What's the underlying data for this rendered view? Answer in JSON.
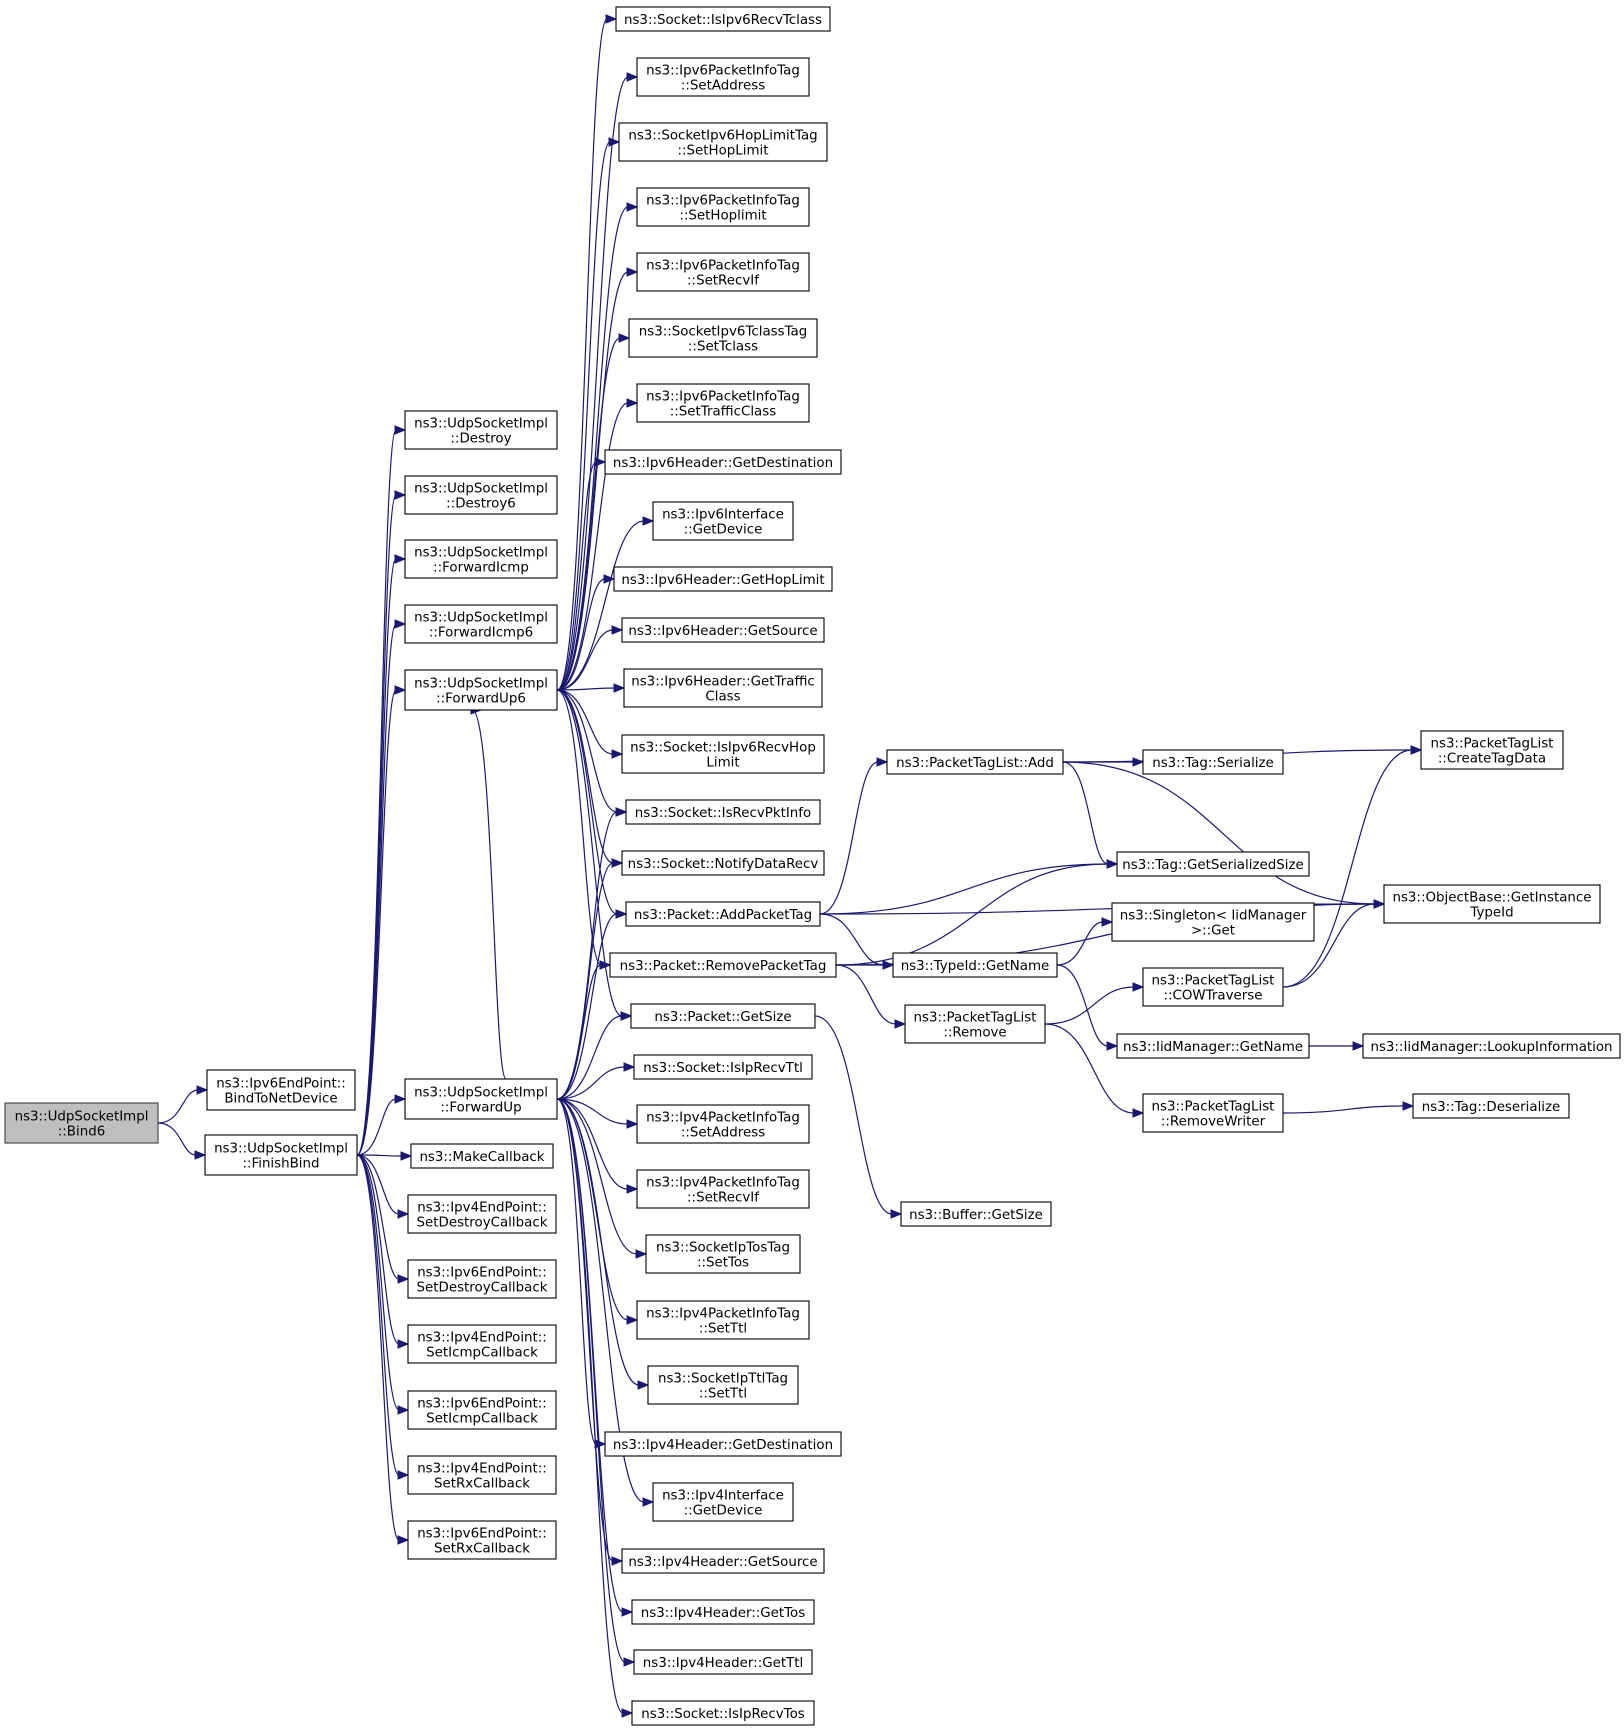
{
  "graph": {
    "root": "bind6",
    "nodes": [
      {
        "id": "bind6",
        "lines": [
          "ns3::UdpSocketImpl",
          "::Bind6"
        ],
        "root": true
      },
      {
        "id": "bindToNetDevice",
        "lines": [
          "ns3::Ipv6EndPoint::",
          "BindToNetDevice"
        ]
      },
      {
        "id": "finishBind",
        "lines": [
          "ns3::UdpSocketImpl",
          "::FinishBind"
        ]
      },
      {
        "id": "destroy",
        "lines": [
          "ns3::UdpSocketImpl",
          "::Destroy"
        ]
      },
      {
        "id": "destroy6",
        "lines": [
          "ns3::UdpSocketImpl",
          "::Destroy6"
        ]
      },
      {
        "id": "forwardIcmp",
        "lines": [
          "ns3::UdpSocketImpl",
          "::ForwardIcmp"
        ]
      },
      {
        "id": "forwardIcmp6",
        "lines": [
          "ns3::UdpSocketImpl",
          "::ForwardIcmp6"
        ]
      },
      {
        "id": "forwardUp6",
        "lines": [
          "ns3::UdpSocketImpl",
          "::ForwardUp6"
        ]
      },
      {
        "id": "forwardUp",
        "lines": [
          "ns3::UdpSocketImpl",
          "::ForwardUp"
        ]
      },
      {
        "id": "makeCallback",
        "lines": [
          "ns3::MakeCallback"
        ]
      },
      {
        "id": "v4SetDestroyCb",
        "lines": [
          "ns3::Ipv4EndPoint::",
          "SetDestroyCallback"
        ]
      },
      {
        "id": "v6SetDestroyCb",
        "lines": [
          "ns3::Ipv6EndPoint::",
          "SetDestroyCallback"
        ]
      },
      {
        "id": "v4SetIcmpCb",
        "lines": [
          "ns3::Ipv4EndPoint::",
          "SetIcmpCallback"
        ]
      },
      {
        "id": "v6SetIcmpCb",
        "lines": [
          "ns3::Ipv6EndPoint::",
          "SetIcmpCallback"
        ]
      },
      {
        "id": "v4SetRxCb",
        "lines": [
          "ns3::Ipv4EndPoint::",
          "SetRxCallback"
        ]
      },
      {
        "id": "v6SetRxCb",
        "lines": [
          "ns3::Ipv6EndPoint::",
          "SetRxCallback"
        ]
      },
      {
        "id": "isIpv6RecvTclass",
        "lines": [
          "ns3::Socket::IsIpv6RecvTclass"
        ]
      },
      {
        "id": "v6PiSetAddress",
        "lines": [
          "ns3::Ipv6PacketInfoTag",
          "::SetAddress"
        ]
      },
      {
        "id": "v6HopLimitSet",
        "lines": [
          "ns3::SocketIpv6HopLimitTag",
          "::SetHopLimit"
        ]
      },
      {
        "id": "v6PiSetHoplimit",
        "lines": [
          "ns3::Ipv6PacketInfoTag",
          "::SetHoplimit"
        ]
      },
      {
        "id": "v6PiSetRecvIf",
        "lines": [
          "ns3::Ipv6PacketInfoTag",
          "::SetRecvIf"
        ]
      },
      {
        "id": "v6TclassSet",
        "lines": [
          "ns3::SocketIpv6TclassTag",
          "::SetTclass"
        ]
      },
      {
        "id": "v6PiSetTraffic",
        "lines": [
          "ns3::Ipv6PacketInfoTag",
          "::SetTrafficClass"
        ]
      },
      {
        "id": "v6HdrGetDest",
        "lines": [
          "ns3::Ipv6Header::GetDestination"
        ]
      },
      {
        "id": "v6IfGetDevice",
        "lines": [
          "ns3::Ipv6Interface",
          "::GetDevice"
        ]
      },
      {
        "id": "v6HdrGetHop",
        "lines": [
          "ns3::Ipv6Header::GetHopLimit"
        ]
      },
      {
        "id": "v6HdrGetSrc",
        "lines": [
          "ns3::Ipv6Header::GetSource"
        ]
      },
      {
        "id": "v6HdrGetTraffic",
        "lines": [
          "ns3::Ipv6Header::GetTraffic",
          "Class"
        ]
      },
      {
        "id": "isIpv6RecvHop",
        "lines": [
          "ns3::Socket::IsIpv6RecvHop",
          "Limit"
        ]
      },
      {
        "id": "isRecvPktInfo",
        "lines": [
          "ns3::Socket::IsRecvPktInfo"
        ]
      },
      {
        "id": "notifyDataRecv",
        "lines": [
          "ns3::Socket::NotifyDataRecv"
        ]
      },
      {
        "id": "addPacketTag",
        "lines": [
          "ns3::Packet::AddPacketTag"
        ]
      },
      {
        "id": "removePacketTag",
        "lines": [
          "ns3::Packet::RemovePacketTag"
        ]
      },
      {
        "id": "packetGetSize",
        "lines": [
          "ns3::Packet::GetSize"
        ]
      },
      {
        "id": "isIpRecvTtl",
        "lines": [
          "ns3::Socket::IsIpRecvTtl"
        ]
      },
      {
        "id": "v4PiSetAddress",
        "lines": [
          "ns3::Ipv4PacketInfoTag",
          "::SetAddress"
        ]
      },
      {
        "id": "v4PiSetRecvIf",
        "lines": [
          "ns3::Ipv4PacketInfoTag",
          "::SetRecvIf"
        ]
      },
      {
        "id": "ipTosSet",
        "lines": [
          "ns3::SocketIpTosTag",
          "::SetTos"
        ]
      },
      {
        "id": "v4PiSetTtl",
        "lines": [
          "ns3::Ipv4PacketInfoTag",
          "::SetTtl"
        ]
      },
      {
        "id": "ipTtlSet",
        "lines": [
          "ns3::SocketIpTtlTag",
          "::SetTtl"
        ]
      },
      {
        "id": "v4HdrGetDest",
        "lines": [
          "ns3::Ipv4Header::GetDestination"
        ]
      },
      {
        "id": "v4IfGetDevice",
        "lines": [
          "ns3::Ipv4Interface",
          "::GetDevice"
        ]
      },
      {
        "id": "v4HdrGetSrc",
        "lines": [
          "ns3::Ipv4Header::GetSource"
        ]
      },
      {
        "id": "v4HdrGetTos",
        "lines": [
          "ns3::Ipv4Header::GetTos"
        ]
      },
      {
        "id": "v4HdrGetTtl",
        "lines": [
          "ns3::Ipv4Header::GetTtl"
        ]
      },
      {
        "id": "isIpRecvTos",
        "lines": [
          "ns3::Socket::IsIpRecvTos"
        ]
      },
      {
        "id": "ptlAdd",
        "lines": [
          "ns3::PacketTagList::Add"
        ]
      },
      {
        "id": "typeIdGetName",
        "lines": [
          "ns3::TypeId::GetName"
        ]
      },
      {
        "id": "ptlRemove",
        "lines": [
          "ns3::PacketTagList",
          "::Remove"
        ]
      },
      {
        "id": "bufferGetSize",
        "lines": [
          "ns3::Buffer::GetSize"
        ]
      },
      {
        "id": "tagSerialize",
        "lines": [
          "ns3::Tag::Serialize"
        ]
      },
      {
        "id": "tagGetSerSize",
        "lines": [
          "ns3::Tag::GetSerializedSize"
        ]
      },
      {
        "id": "singletonGet",
        "lines": [
          "ns3::Singleton< IidManager",
          " >::Get"
        ]
      },
      {
        "id": "cowTraverse",
        "lines": [
          "ns3::PacketTagList",
          "::COWTraverse"
        ]
      },
      {
        "id": "iidGetName",
        "lines": [
          "ns3::IidManager::GetName"
        ]
      },
      {
        "id": "removeWriter",
        "lines": [
          "ns3::PacketTagList",
          "::RemoveWriter"
        ]
      },
      {
        "id": "createTagData",
        "lines": [
          "ns3::PacketTagList",
          "::CreateTagData"
        ]
      },
      {
        "id": "getInstanceTypeId",
        "lines": [
          "ns3::ObjectBase::GetInstance",
          "TypeId"
        ]
      },
      {
        "id": "lookupInfo",
        "lines": [
          "ns3::IidManager::LookupInformation"
        ]
      },
      {
        "id": "tagDeserialize",
        "lines": [
          "ns3::Tag::Deserialize"
        ]
      }
    ],
    "edges": [
      [
        "bind6",
        "bindToNetDevice"
      ],
      [
        "bind6",
        "finishBind"
      ],
      [
        "finishBind",
        "destroy"
      ],
      [
        "finishBind",
        "destroy6"
      ],
      [
        "finishBind",
        "forwardIcmp"
      ],
      [
        "finishBind",
        "forwardIcmp6"
      ],
      [
        "finishBind",
        "forwardUp6"
      ],
      [
        "finishBind",
        "forwardUp"
      ],
      [
        "finishBind",
        "makeCallback"
      ],
      [
        "finishBind",
        "v4SetDestroyCb"
      ],
      [
        "finishBind",
        "v6SetDestroyCb"
      ],
      [
        "finishBind",
        "v4SetIcmpCb"
      ],
      [
        "finishBind",
        "v6SetIcmpCb"
      ],
      [
        "finishBind",
        "v4SetRxCb"
      ],
      [
        "finishBind",
        "v6SetRxCb"
      ],
      [
        "forwardUp6",
        "isIpv6RecvTclass"
      ],
      [
        "forwardUp6",
        "v6PiSetAddress"
      ],
      [
        "forwardUp6",
        "v6HopLimitSet"
      ],
      [
        "forwardUp6",
        "v6PiSetHoplimit"
      ],
      [
        "forwardUp6",
        "v6PiSetRecvIf"
      ],
      [
        "forwardUp6",
        "v6TclassSet"
      ],
      [
        "forwardUp6",
        "v6PiSetTraffic"
      ],
      [
        "forwardUp6",
        "v6HdrGetDest"
      ],
      [
        "forwardUp6",
        "v6IfGetDevice"
      ],
      [
        "forwardUp6",
        "v6HdrGetHop"
      ],
      [
        "forwardUp6",
        "v6HdrGetSrc"
      ],
      [
        "forwardUp6",
        "v6HdrGetTraffic"
      ],
      [
        "forwardUp6",
        "isIpv6RecvHop"
      ],
      [
        "forwardUp6",
        "isRecvPktInfo"
      ],
      [
        "forwardUp6",
        "notifyDataRecv"
      ],
      [
        "forwardUp6",
        "addPacketTag"
      ],
      [
        "forwardUp6",
        "removePacketTag"
      ],
      [
        "forwardUp6",
        "packetGetSize"
      ],
      [
        "forwardUp",
        "forwardUp6"
      ],
      [
        "forwardUp",
        "isRecvPktInfo"
      ],
      [
        "forwardUp",
        "notifyDataRecv"
      ],
      [
        "forwardUp",
        "addPacketTag"
      ],
      [
        "forwardUp",
        "removePacketTag"
      ],
      [
        "forwardUp",
        "packetGetSize"
      ],
      [
        "forwardUp",
        "isIpRecvTtl"
      ],
      [
        "forwardUp",
        "v4PiSetAddress"
      ],
      [
        "forwardUp",
        "v4PiSetRecvIf"
      ],
      [
        "forwardUp",
        "ipTosSet"
      ],
      [
        "forwardUp",
        "v4PiSetTtl"
      ],
      [
        "forwardUp",
        "ipTtlSet"
      ],
      [
        "forwardUp",
        "v4HdrGetDest"
      ],
      [
        "forwardUp",
        "v4IfGetDevice"
      ],
      [
        "forwardUp",
        "v4HdrGetSrc"
      ],
      [
        "forwardUp",
        "v4HdrGetTos"
      ],
      [
        "forwardUp",
        "v4HdrGetTtl"
      ],
      [
        "forwardUp",
        "isIpRecvTos"
      ],
      [
        "addPacketTag",
        "ptlAdd"
      ],
      [
        "addPacketTag",
        "tagGetSerSize"
      ],
      [
        "addPacketTag",
        "typeIdGetName"
      ],
      [
        "addPacketTag",
        "getInstanceTypeId"
      ],
      [
        "removePacketTag",
        "tagGetSerSize"
      ],
      [
        "removePacketTag",
        "typeIdGetName"
      ],
      [
        "removePacketTag",
        "ptlRemove"
      ],
      [
        "removePacketTag",
        "getInstanceTypeId"
      ],
      [
        "packetGetSize",
        "bufferGetSize"
      ],
      [
        "ptlAdd",
        "tagSerialize"
      ],
      [
        "ptlAdd",
        "tagGetSerSize"
      ],
      [
        "ptlAdd",
        "createTagData"
      ],
      [
        "ptlAdd",
        "getInstanceTypeId"
      ],
      [
        "typeIdGetName",
        "singletonGet"
      ],
      [
        "typeIdGetName",
        "iidGetName"
      ],
      [
        "ptlRemove",
        "cowTraverse"
      ],
      [
        "ptlRemove",
        "removeWriter"
      ],
      [
        "cowTraverse",
        "createTagData"
      ],
      [
        "cowTraverse",
        "getInstanceTypeId"
      ],
      [
        "iidGetName",
        "lookupInfo"
      ],
      [
        "removeWriter",
        "tagDeserialize"
      ]
    ]
  }
}
